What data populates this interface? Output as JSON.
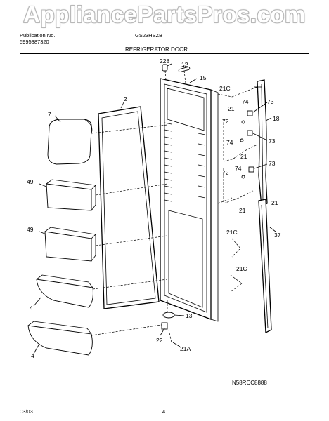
{
  "watermark": "AppliancePartsPros.com",
  "header": {
    "publication_label": "Publication No.",
    "publication_number": "5995387320",
    "model": "GS23HSZB",
    "section_title": "REFRIGERATOR DOOR"
  },
  "callouts": {
    "c228": "228",
    "c12": "12",
    "c15": "15",
    "c2": "2",
    "c7": "7",
    "c49a": "49",
    "c49b": "49",
    "c4a": "4",
    "c4b": "4",
    "c21c_top": "21C",
    "c21_a": "21",
    "c74_a": "74",
    "c73_a": "73",
    "c18": "18",
    "c72_a": "72",
    "c74_b": "74",
    "c73_b": "73",
    "c21_b": "21",
    "c72_b": "72",
    "c74_c": "74",
    "c73_c": "73",
    "c21_c": "21",
    "c21_d": "21",
    "c37": "37",
    "c21c_mid": "21C",
    "c21c_low": "21C",
    "c13": "13",
    "c22": "22",
    "c21a": "21A"
  },
  "footer": {
    "diagram_code": "N58RCC8888",
    "date": "03/03",
    "page": "4"
  }
}
